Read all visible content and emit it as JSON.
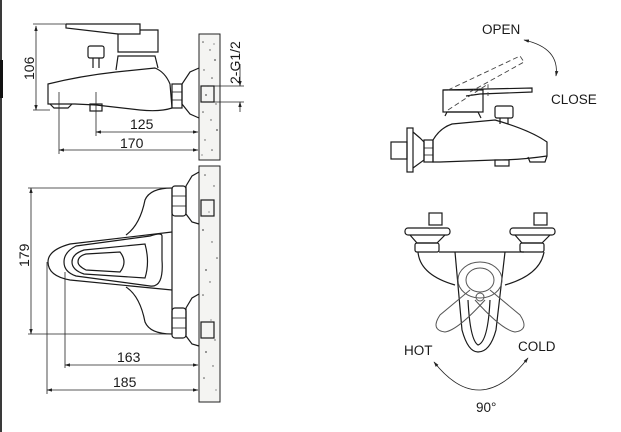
{
  "drawing": {
    "subject": "Wall-mounted bath/shower mixer faucet",
    "side_view": {
      "height_dim": "106",
      "connection_dim": "2-G1/2",
      "spout_to_wall_dim": "125",
      "overall_depth_dim": "170"
    },
    "top_view": {
      "width_dim": "179",
      "handle_to_wall_dim": "163",
      "overall_depth_dim": "185"
    },
    "lever_operation": {
      "open_label": "OPEN",
      "close_label": "CLOSE"
    },
    "temperature_operation": {
      "hot_label": "HOT",
      "cold_label": "COLD",
      "rotation_label": "90°"
    }
  }
}
